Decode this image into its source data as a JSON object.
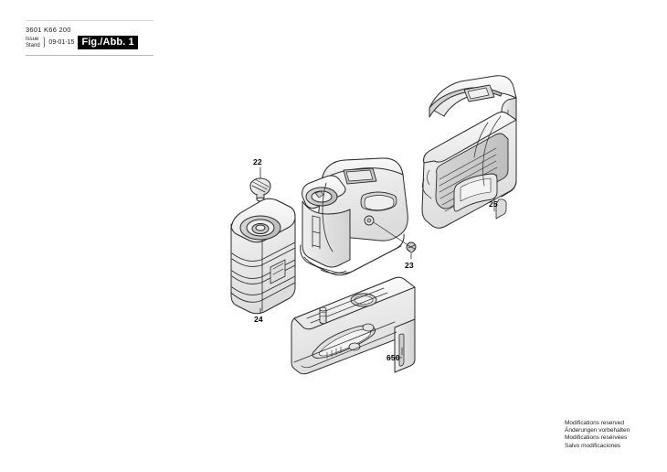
{
  "document": {
    "part_number": "3601 K66 200",
    "issue_label": "Issue",
    "stand_label": "Stand",
    "brace": "}",
    "date": "09-01-15",
    "figure_badge": "Fig./Abb. 1"
  },
  "callouts": [
    {
      "id": "22",
      "label": "22",
      "description": "brush-cap-screw"
    },
    {
      "id": "23",
      "label": "23",
      "description": "small-screw"
    },
    {
      "id": "24",
      "label": "24",
      "description": "ribbed-cylinder-housing"
    },
    {
      "id": "25",
      "label": "25",
      "description": "c-shaped-guard-housing"
    },
    {
      "id": "650",
      "label": "650",
      "description": "rectangular-base-block"
    }
  ],
  "footer": {
    "line_en": "Modifications reserved",
    "line_de": "Änderungen vorbehalten",
    "line_fr": "Modifications resérvées",
    "line_es": "Salvo modificaciones"
  },
  "colors": {
    "ink": "#1a1a1a",
    "line": "#2b2b2b",
    "fill_light": "#f2f2f2",
    "fill_mid": "#e2e2e2",
    "fill_dark": "#cfcfcf",
    "badge_bg": "#000000",
    "badge_fg": "#ffffff",
    "page_bg": "#ffffff"
  }
}
